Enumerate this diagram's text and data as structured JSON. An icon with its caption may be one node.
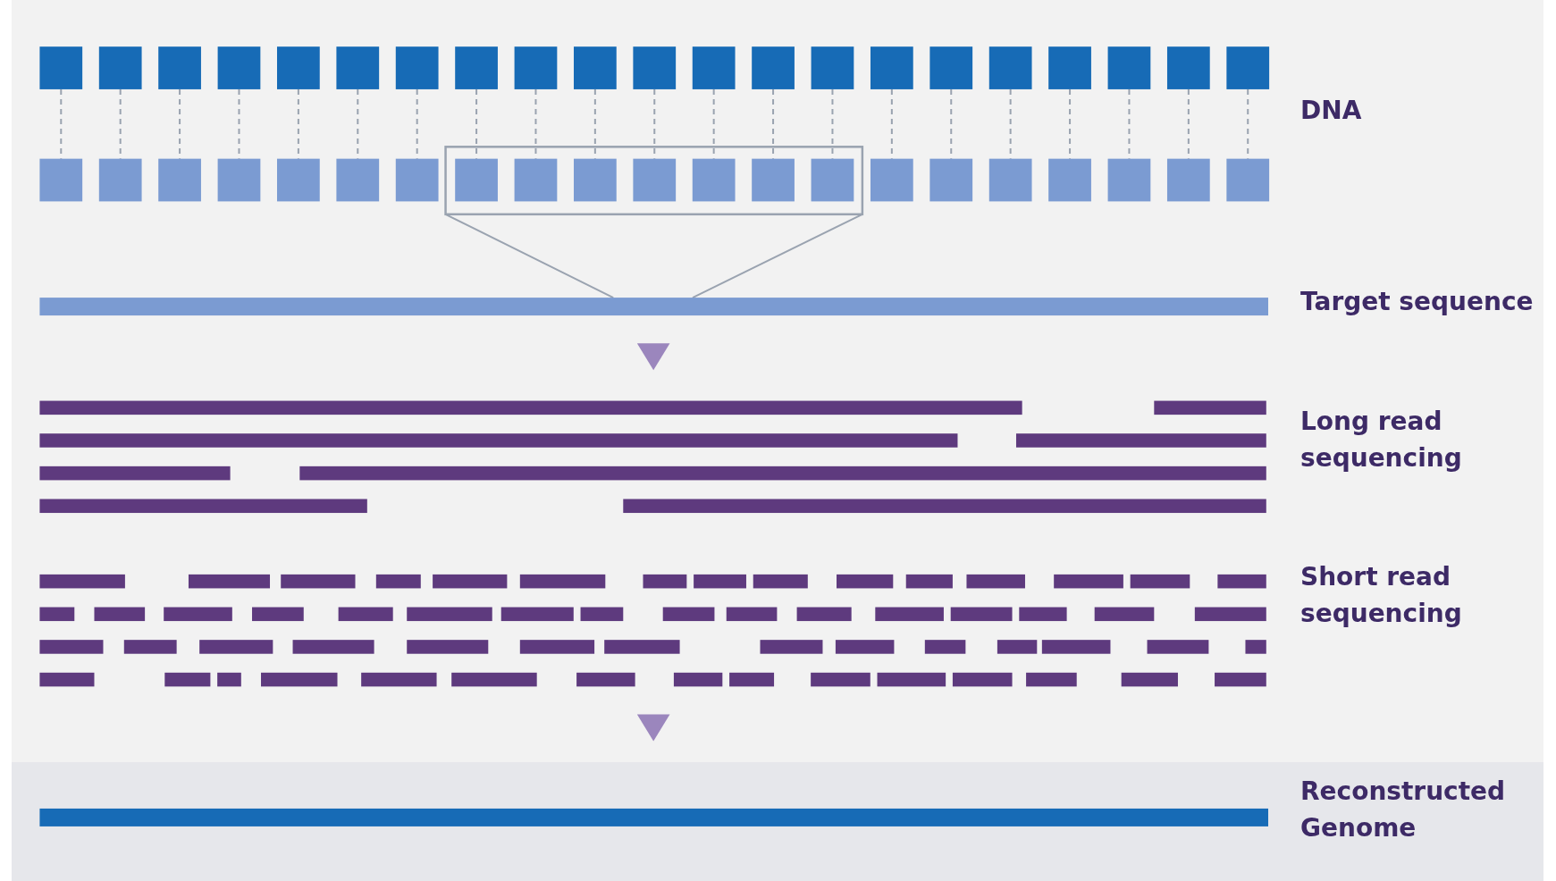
{
  "diagram": {
    "labels": [
      "DNA",
      "Target sequence",
      "Long read sequencing",
      "Short read sequencing",
      "Reconstructed Genome"
    ]
  }
}
